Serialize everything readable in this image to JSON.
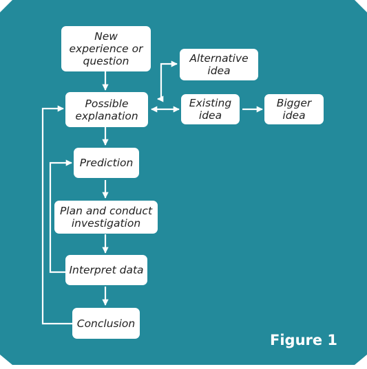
{
  "colors": {
    "panel": "#238a9b",
    "box": "#ffffff",
    "arrow": "#ffffff",
    "text": "#1f1f1f"
  },
  "nodes": {
    "new_experience": "New\nexperience or\nquestion",
    "possible_explanation": "Possible\nexplanation",
    "alternative_idea": "Alternative\nidea",
    "existing_idea": "Existing\nidea",
    "bigger_idea": "Bigger\nidea",
    "prediction": "Prediction",
    "plan_investigation": "Plan and conduct\ninvestigation",
    "interpret_data": "Interpret data",
    "conclusion": "Conclusion"
  },
  "caption": "Figure 1"
}
